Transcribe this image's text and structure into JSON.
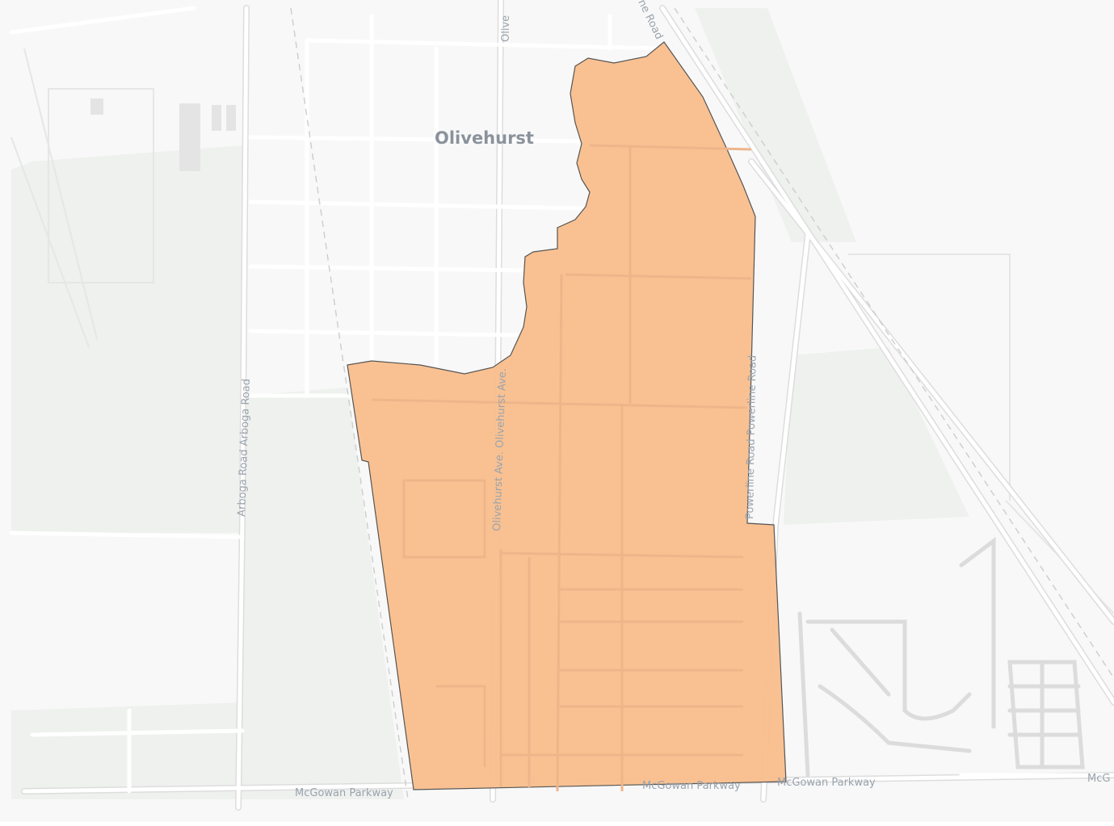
{
  "map": {
    "place_label": "Olivehurst",
    "road_labels": {
      "olive_top": "Olive",
      "powerline_top": "ne Road",
      "arboga": "Arboga Road  Arboga Road",
      "olivehurst_ave": "Olivehurst Ave.  Olivehurst Ave.",
      "powerline": "Powerline Road  Powerline Road",
      "mcgowan_left": "McGowan Parkway",
      "mcgowan_mid": "McGowan Parkway",
      "mcgowan_right": "McGowan Parkway",
      "mcgowan_edge": "McG"
    },
    "colors": {
      "background": "#f8f8f8",
      "green_area": "#eef1ee",
      "road": "#ffffff",
      "road_casing": "#dcdcdc",
      "highlight_fill": "#f9be8c",
      "highlight_stroke": "#555555"
    }
  }
}
